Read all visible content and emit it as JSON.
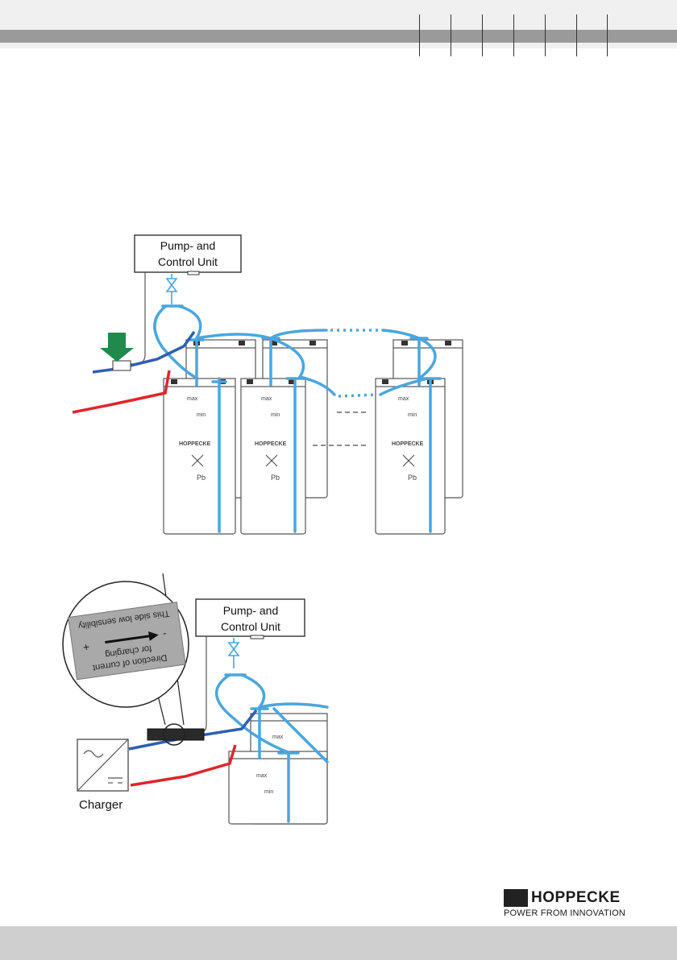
{
  "diagram1": {
    "pump_box_line1": "Pump- and",
    "pump_box_line2": "Control Unit"
  },
  "diagram2": {
    "pump_box_line1": "Pump- and",
    "pump_box_line2": "Control Unit",
    "charger_label": "Charger",
    "sensor_zoom": {
      "line1": "Direction of current",
      "line2": "for charging",
      "plus": "+",
      "minus": "-",
      "bottom": "This side low sensibility"
    }
  },
  "cell_text": {
    "brand": "HOPPECKE",
    "element": "Pb",
    "max": "max",
    "min": "min"
  },
  "logo": {
    "name": "HOPPECKE",
    "tagline": "POWER FROM INNOVATION"
  },
  "colors": {
    "tube": "#4aa6de",
    "negative_cable": "#2f5fb0",
    "positive_cable": "#e0252a",
    "arrow": "#1f8a4c"
  }
}
